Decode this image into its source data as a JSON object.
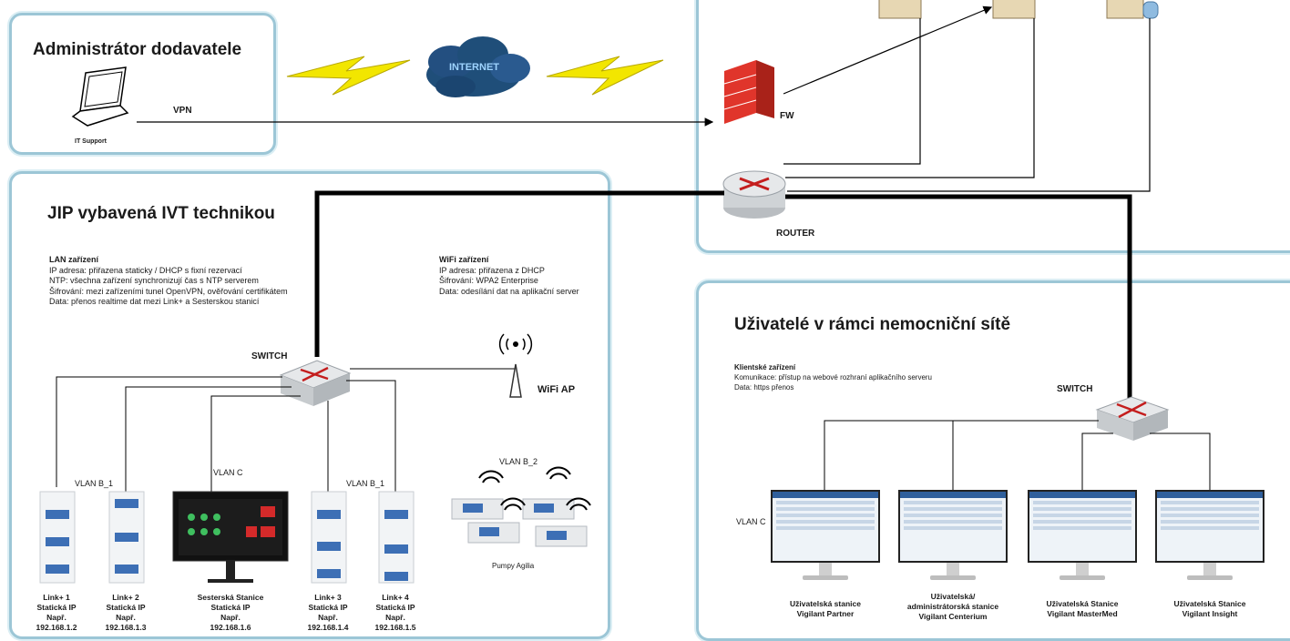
{
  "vendor_panel": {
    "title": "Administrátor dodavatele",
    "laptop_caption": "IT Support",
    "vpn_label": "VPN"
  },
  "internet_label": "INTERNET",
  "fw_label": "FW",
  "router_label": "ROUTER",
  "icu_panel": {
    "title": "JIP vybavená IVT technikou",
    "lan_info": [
      "LAN zařízení",
      "IP adresa: přiřazena staticky / DHCP s fixní rezervací",
      "NTP: všechna zařízení synchronizují čas s NTP serverem",
      "Šifrování: mezi zařízeními tunel OpenVPN, ověřování certifikátem",
      "Data: přenos realtime dat mezi Link+ a Sesterskou stanicí"
    ],
    "wifi_info": [
      "WiFi zařízení",
      "IP adresa: přiřazena z DHCP",
      "Šifrování: WPA2 Enterprise",
      "Data: odesílání dat na aplikační server"
    ],
    "switch_label": "SWITCH",
    "wifi_ap_label": "WiFi AP",
    "vlan_b1_left": "VLAN B_1",
    "vlan_c": "VLAN C",
    "vlan_b1_right": "VLAN B_1",
    "vlan_b2": "VLAN B_2",
    "pumps_label": "Pumpy Agilia",
    "devices": [
      {
        "line1": "Link+ 1",
        "line2": "Statická IP",
        "line3": "Např.",
        "line4": "192.168.1.2"
      },
      {
        "line1": "Link+ 2",
        "line2": "Statická IP",
        "line3": "Např.",
        "line4": "192.168.1.3"
      },
      {
        "line1": "Sesterská Stanice",
        "line2": "Statická IP",
        "line3": "Např.",
        "line4": "192.168.1.6"
      },
      {
        "line1": "Link+ 3",
        "line2": "Statická IP",
        "line3": "Např.",
        "line4": "192.168.1.4"
      },
      {
        "line1": "Link+ 4",
        "line2": "Statická IP",
        "line3": "Např.",
        "line4": "192.168.1.5"
      }
    ]
  },
  "users_panel": {
    "title": "Uživatelé v rámci nemocniční sítě",
    "info": [
      "Klientské zařízení",
      "Komunikace: přístup na webové rozhraní aplikačního serveru",
      "Data: https přenos"
    ],
    "switch_label": "SWITCH",
    "vlan_c": "VLAN C",
    "stations": [
      {
        "line1": "Uživatelská stanice",
        "line2": "Vigilant Partner"
      },
      {
        "line1": "Uživatelská/",
        "line2": "administrátorská stanice",
        "line3": "Vigilant Centerium"
      },
      {
        "line1": "Uživatelská Stanice",
        "line2": "Vigilant MasterMed"
      },
      {
        "line1": "Uživatelská Stanice",
        "line2": "Vigilant Insight"
      }
    ]
  },
  "colors": {
    "panel_border": "#9cc6d6",
    "firewall": "#e0352b",
    "cloud": "#1f4e79",
    "lightning": "#f2e600",
    "router": "#d0d3d6",
    "arrow": "#c41e1e"
  }
}
